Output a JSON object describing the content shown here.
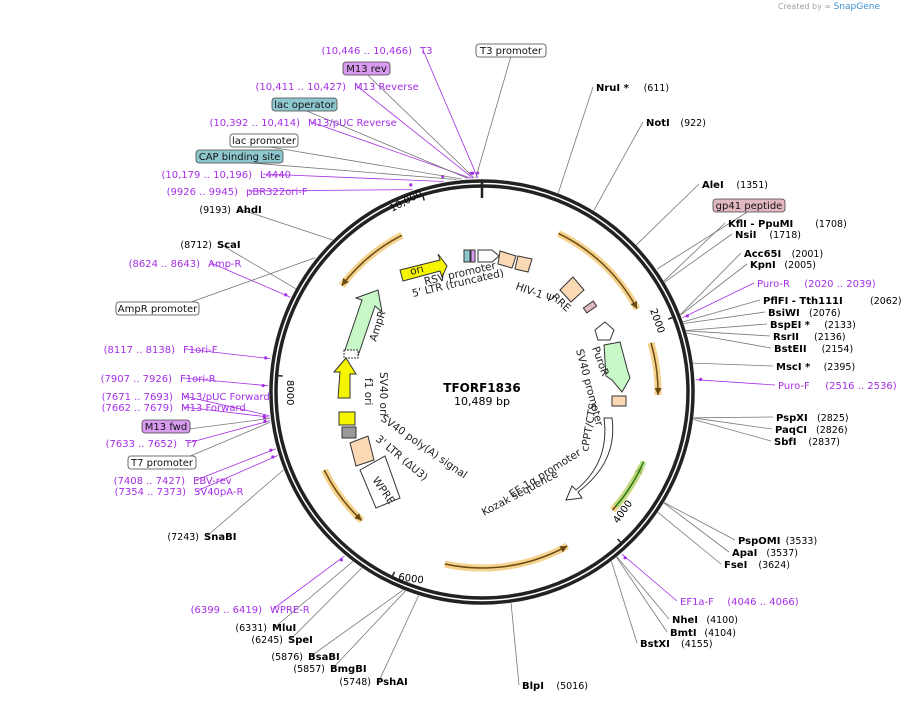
{
  "credit": {
    "text": "Created by",
    "brand": "SnapGene"
  },
  "plasmid": {
    "name": "TFORF1836",
    "length": "10,489 bp"
  },
  "ticks": [
    {
      "label": "10,000",
      "bp": 10000
    },
    {
      "label": "2000",
      "bp": 2000
    },
    {
      "label": "4000",
      "bp": 4000
    },
    {
      "label": "6000",
      "bp": 6000
    },
    {
      "label": "8000",
      "bp": 8000
    }
  ],
  "sites": [
    {
      "name": "NruI *",
      "coord": "(611)",
      "bp": 611,
      "side": "right"
    },
    {
      "name": "NotI",
      "coord": "(922)",
      "bp": 922,
      "side": "right"
    },
    {
      "name": "AleI",
      "coord": "(1351)",
      "bp": 1351,
      "side": "right"
    },
    {
      "name": "KflI - PpuMI",
      "coord": "(1708)",
      "bp": 1708,
      "side": "right"
    },
    {
      "name": "NsiI",
      "coord": "(1718)",
      "bp": 1718,
      "side": "right"
    },
    {
      "name": "Acc65I",
      "coord": "(2001)",
      "bp": 2001,
      "side": "right"
    },
    {
      "name": "KpnI",
      "coord": "(2005)",
      "bp": 2005,
      "side": "right"
    },
    {
      "name": "PflFI - Tth111I",
      "coord": "(2062)",
      "bp": 2062,
      "side": "right"
    },
    {
      "name": "BsiWI",
      "coord": "(2076)",
      "bp": 2076,
      "side": "right"
    },
    {
      "name": "BspEI *",
      "coord": "(2133)",
      "bp": 2133,
      "side": "right"
    },
    {
      "name": "RsrII",
      "coord": "(2136)",
      "bp": 2136,
      "side": "right"
    },
    {
      "name": "BstEII",
      "coord": "(2154)",
      "bp": 2154,
      "side": "right"
    },
    {
      "name": "MscI *",
      "coord": "(2395)",
      "bp": 2395,
      "side": "right"
    },
    {
      "name": "PspXI",
      "coord": "(2825)",
      "bp": 2825,
      "side": "right"
    },
    {
      "name": "PaqCI",
      "coord": "(2826)",
      "bp": 2826,
      "side": "right"
    },
    {
      "name": "SbfI",
      "coord": "(2837)",
      "bp": 2837,
      "side": "right"
    },
    {
      "name": "PspOMI",
      "coord": "(3533)",
      "bp": 3533,
      "side": "right"
    },
    {
      "name": "ApaI",
      "coord": "(3537)",
      "bp": 3537,
      "side": "right"
    },
    {
      "name": "FseI",
      "coord": "(3624)",
      "bp": 3624,
      "side": "right"
    },
    {
      "name": "NheI",
      "coord": "(4100)",
      "bp": 4100,
      "side": "right"
    },
    {
      "name": "BmtI",
      "coord": "(4104)",
      "bp": 4104,
      "side": "right"
    },
    {
      "name": "BstXI",
      "coord": "(4155)",
      "bp": 4155,
      "side": "right"
    },
    {
      "name": "BlpI",
      "coord": "(5016)",
      "bp": 5016,
      "side": "right"
    },
    {
      "name": "PshAI",
      "coord": "(5748)",
      "bp": 5748,
      "side": "left"
    },
    {
      "name": "BmgBI",
      "coord": "(5857)",
      "bp": 5857,
      "side": "left"
    },
    {
      "name": "BsaBI",
      "coord": "(5876)",
      "bp": 5876,
      "side": "left"
    },
    {
      "name": "SpeI",
      "coord": "(6245)",
      "bp": 6245,
      "side": "left"
    },
    {
      "name": "MluI",
      "coord": "(6331)",
      "bp": 6331,
      "side": "left"
    },
    {
      "name": "SnaBI",
      "coord": "(7243)",
      "bp": 7243,
      "side": "left"
    },
    {
      "name": "ScaI",
      "coord": "(8712)",
      "bp": 8712,
      "side": "left"
    },
    {
      "name": "AhdI",
      "coord": "(9193)",
      "bp": 9193,
      "side": "left"
    }
  ],
  "primers": [
    {
      "name": "T3",
      "coord": "(10,446 .. 10,466)",
      "bp": 10456
    },
    {
      "name": "M13 Reverse",
      "coord": "(10,411 .. 10,427)",
      "bp": 10419
    },
    {
      "name": "M13/pUC Reverse",
      "coord": "(10,392 .. 10,414)",
      "bp": 10403
    },
    {
      "name": "L4440",
      "coord": "(10,179 .. 10,196)",
      "bp": 10188
    },
    {
      "name": "pBR322ori-F",
      "coord": "(9926 .. 9945)",
      "bp": 9936
    },
    {
      "name": "Amp-R",
      "coord": "(8624 .. 8643)",
      "bp": 8634
    },
    {
      "name": "F1ori-F",
      "coord": "(8117 .. 8138)",
      "bp": 8128
    },
    {
      "name": "F1ori-R",
      "coord": "(7907 .. 7926)",
      "bp": 7916
    },
    {
      "name": "M13/pUC Forward",
      "coord": "(7671 .. 7693)",
      "bp": 7682
    },
    {
      "name": "M13 Forward",
      "coord": "(7662 .. 7679)",
      "bp": 7670
    },
    {
      "name": "T7",
      "coord": "(7633 .. 7652)",
      "bp": 7642
    },
    {
      "name": "EBV-rev",
      "coord": "(7408 .. 7427)",
      "bp": 7418
    },
    {
      "name": "SV40pA-R",
      "coord": "(7354 .. 7373)",
      "bp": 7364
    },
    {
      "name": "WPRE-R",
      "coord": "(6399 .. 6419)",
      "bp": 6409
    },
    {
      "name": "Puro-R",
      "coord": "(2020 .. 2039)",
      "bp": 2030
    },
    {
      "name": "Puro-F",
      "coord": "(2516 .. 2536)",
      "bp": 2526
    },
    {
      "name": "EF1a-F",
      "coord": "(4046 .. 4066)",
      "bp": 4056
    }
  ],
  "boxed_labels": [
    {
      "name": "T3 promoter",
      "kind": "white",
      "bp": 10440
    },
    {
      "name": "M13 rev",
      "kind": "violet",
      "bp": 10430
    },
    {
      "name": "lac operator",
      "kind": "teal",
      "bp": 10380
    },
    {
      "name": "lac promoter",
      "kind": "white",
      "bp": 10330
    },
    {
      "name": "CAP binding site",
      "kind": "teal",
      "bp": 10290
    },
    {
      "name": "gp41 peptide",
      "kind": "rose",
      "bp": 1600
    },
    {
      "name": "AmpR promoter",
      "kind": "white",
      "bp": 9000
    },
    {
      "name": "M13 fwd",
      "kind": "violet",
      "bp": 7660
    },
    {
      "name": "T7 promoter",
      "kind": "white",
      "bp": 7630
    }
  ],
  "inner_labels": [
    {
      "name": "RSV promoter"
    },
    {
      "name": "5' LTR (truncated)"
    },
    {
      "name": "HIV-1 Ψ"
    },
    {
      "name": "RRE"
    },
    {
      "name": "ori"
    },
    {
      "name": "AmpR"
    },
    {
      "name": "f1 ori"
    },
    {
      "name": "SV40 ori"
    },
    {
      "name": "PuroR"
    },
    {
      "name": "SV40 promoter"
    },
    {
      "name": "cPPT/CTS"
    },
    {
      "name": "EF-1α promoter"
    },
    {
      "name": "Kozak sequence"
    },
    {
      "name": "SV40 poly(A) signal"
    },
    {
      "name": "3' LTR (ΔU3)"
    },
    {
      "name": "WPRE"
    }
  ],
  "colors": {
    "primer": "#a52ee6",
    "orf": "#e8b33a",
    "violet_box": "#d99bf0",
    "teal_box": "#8fc7cf",
    "rose_box": "#e2b8c0",
    "ori": "#f5f500",
    "ampr": "#c8f7c8",
    "ltr": "#fbd9b5"
  }
}
